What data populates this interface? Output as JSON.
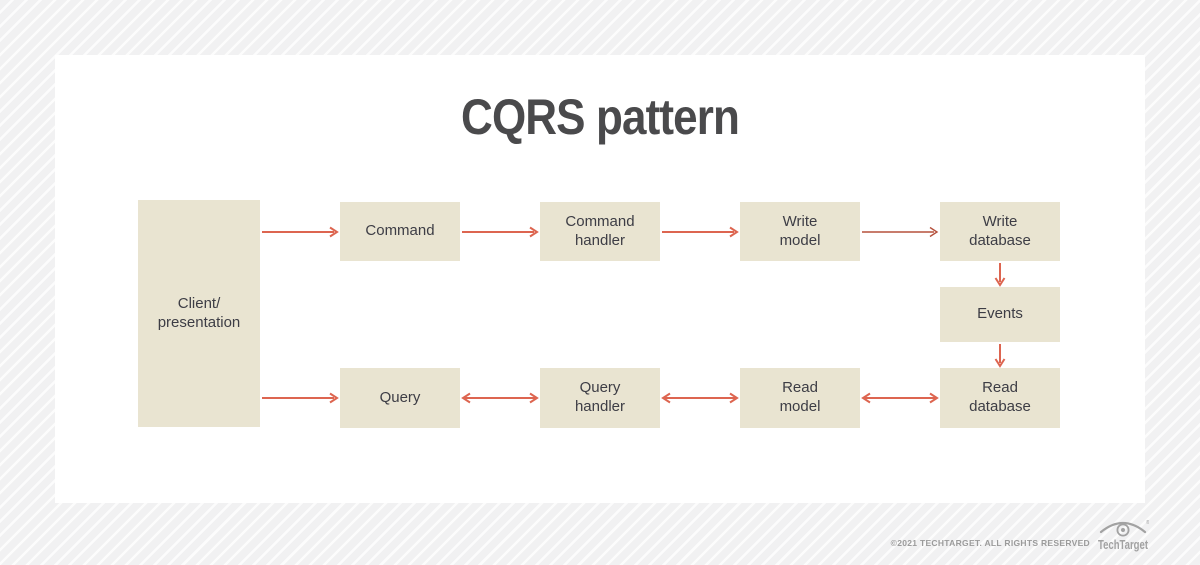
{
  "page": {
    "title": "CQRS pattern"
  },
  "footer": {
    "copyright": "©2021 TECHTARGET. ALL RIGHTS RESERVED",
    "brand": "TechTarget"
  },
  "colors": {
    "node_fill": "#e9e4d1",
    "node_text": "#3d3d45",
    "arrow": "#dd6550",
    "arrow_dark": "#b5503c",
    "title_text": "#4a4a4c",
    "background": "#f1f1f2",
    "panel": "#ffffff",
    "footer_text": "#9b9b9b",
    "logo_gray": "#a2a2a2"
  },
  "diagram": {
    "nodes": [
      {
        "id": "client",
        "label": "Client/\npresentation"
      },
      {
        "id": "command",
        "label": "Command"
      },
      {
        "id": "command-handler",
        "label": "Command\nhandler"
      },
      {
        "id": "write-model",
        "label": "Write\nmodel"
      },
      {
        "id": "write-database",
        "label": "Write\ndatabase"
      },
      {
        "id": "events",
        "label": "Events"
      },
      {
        "id": "query",
        "label": "Query"
      },
      {
        "id": "query-handler",
        "label": "Query\nhandler"
      },
      {
        "id": "read-model",
        "label": "Read\nmodel"
      },
      {
        "id": "read-database",
        "label": "Read\ndatabase"
      }
    ],
    "edges": [
      {
        "from": "client",
        "to": "command",
        "type": "one-way"
      },
      {
        "from": "command",
        "to": "command-handler",
        "type": "one-way"
      },
      {
        "from": "command-handler",
        "to": "write-model",
        "type": "one-way"
      },
      {
        "from": "write-model",
        "to": "write-database",
        "type": "one-way"
      },
      {
        "from": "write-database",
        "to": "events",
        "type": "one-way"
      },
      {
        "from": "events",
        "to": "read-database",
        "type": "one-way"
      },
      {
        "from": "client",
        "to": "query",
        "type": "one-way"
      },
      {
        "from": "query",
        "to": "query-handler",
        "type": "two-way"
      },
      {
        "from": "query-handler",
        "to": "read-model",
        "type": "two-way"
      },
      {
        "from": "read-model",
        "to": "read-database",
        "type": "two-way"
      }
    ]
  }
}
